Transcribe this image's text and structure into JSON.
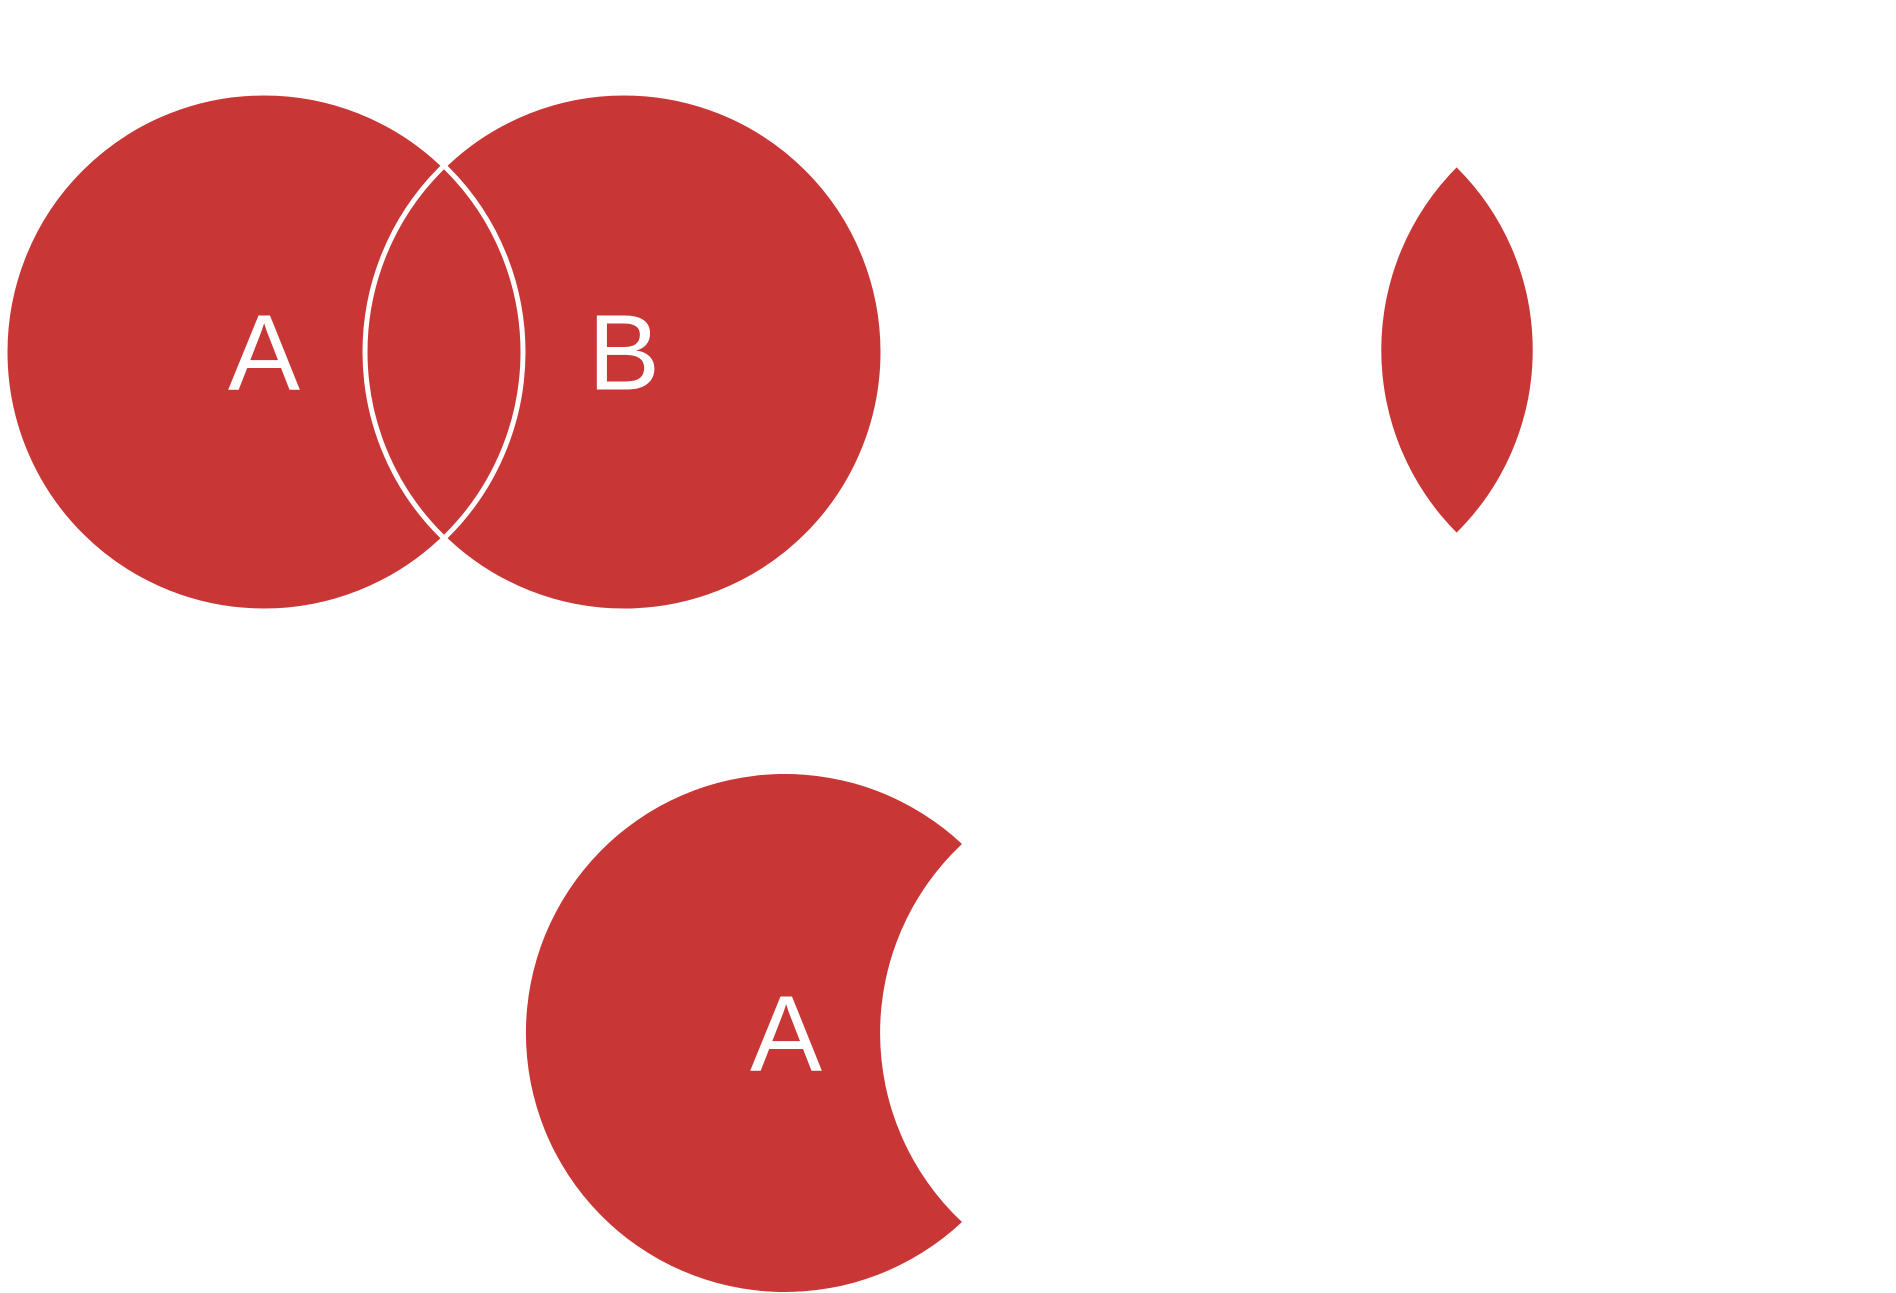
{
  "colors": {
    "fill": "#c93636",
    "outline": "#ffffff",
    "background": "#ffffff"
  },
  "diagrams": {
    "union": {
      "label_a": "A",
      "label_b": "B"
    },
    "intersection": {},
    "difference": {
      "label_a": "A"
    }
  }
}
